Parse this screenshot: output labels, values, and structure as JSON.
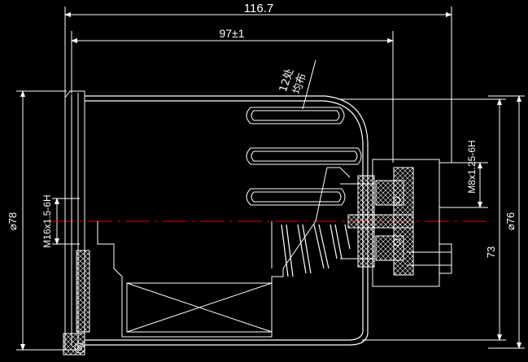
{
  "drawing": {
    "dimensions": {
      "overall_length": "116.7",
      "body_length": "97±1",
      "left_diameter": "⌀78",
      "thread_left": "M16x1.5-6H",
      "thread_right": "M8x1.25-6H",
      "right_diameter": "⌀76",
      "right_height": "73"
    },
    "note": {
      "line1": "12处",
      "line2": "均布"
    },
    "colors": {
      "background": "#000000",
      "outline": "#ffffff",
      "dimension": "#ffffff",
      "centerline": "#e00000",
      "hatch": "#ffffff"
    }
  }
}
